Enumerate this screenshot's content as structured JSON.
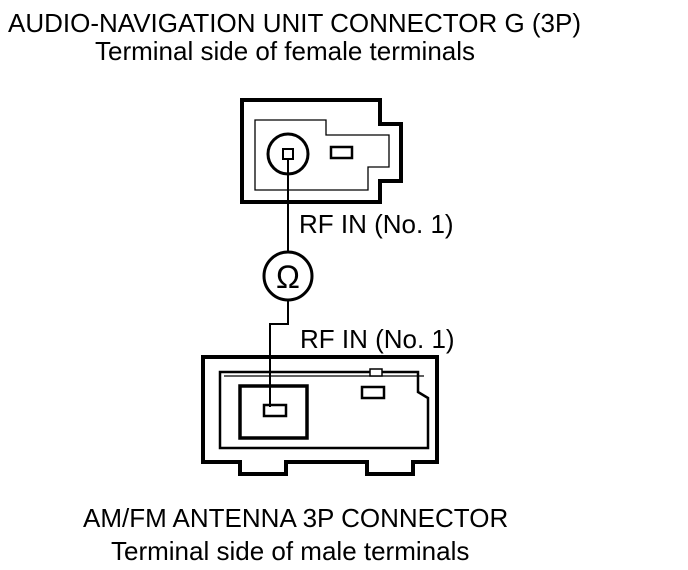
{
  "top_connector": {
    "title": "AUDIO-NAVIGATION UNIT CONNECTOR G (3P)",
    "subtitle": "Terminal side of female terminals",
    "terminal_label": "RF IN (No. 1)"
  },
  "bottom_connector": {
    "title": "AM/FM ANTENNA 3P CONNECTOR",
    "subtitle": "Terminal side of male terminals",
    "terminal_label": "RF IN (No. 1)"
  },
  "meter": {
    "symbol": "Ω",
    "icon": "ohmmeter-icon"
  },
  "colors": {
    "line": "#000000",
    "background": "#ffffff"
  }
}
